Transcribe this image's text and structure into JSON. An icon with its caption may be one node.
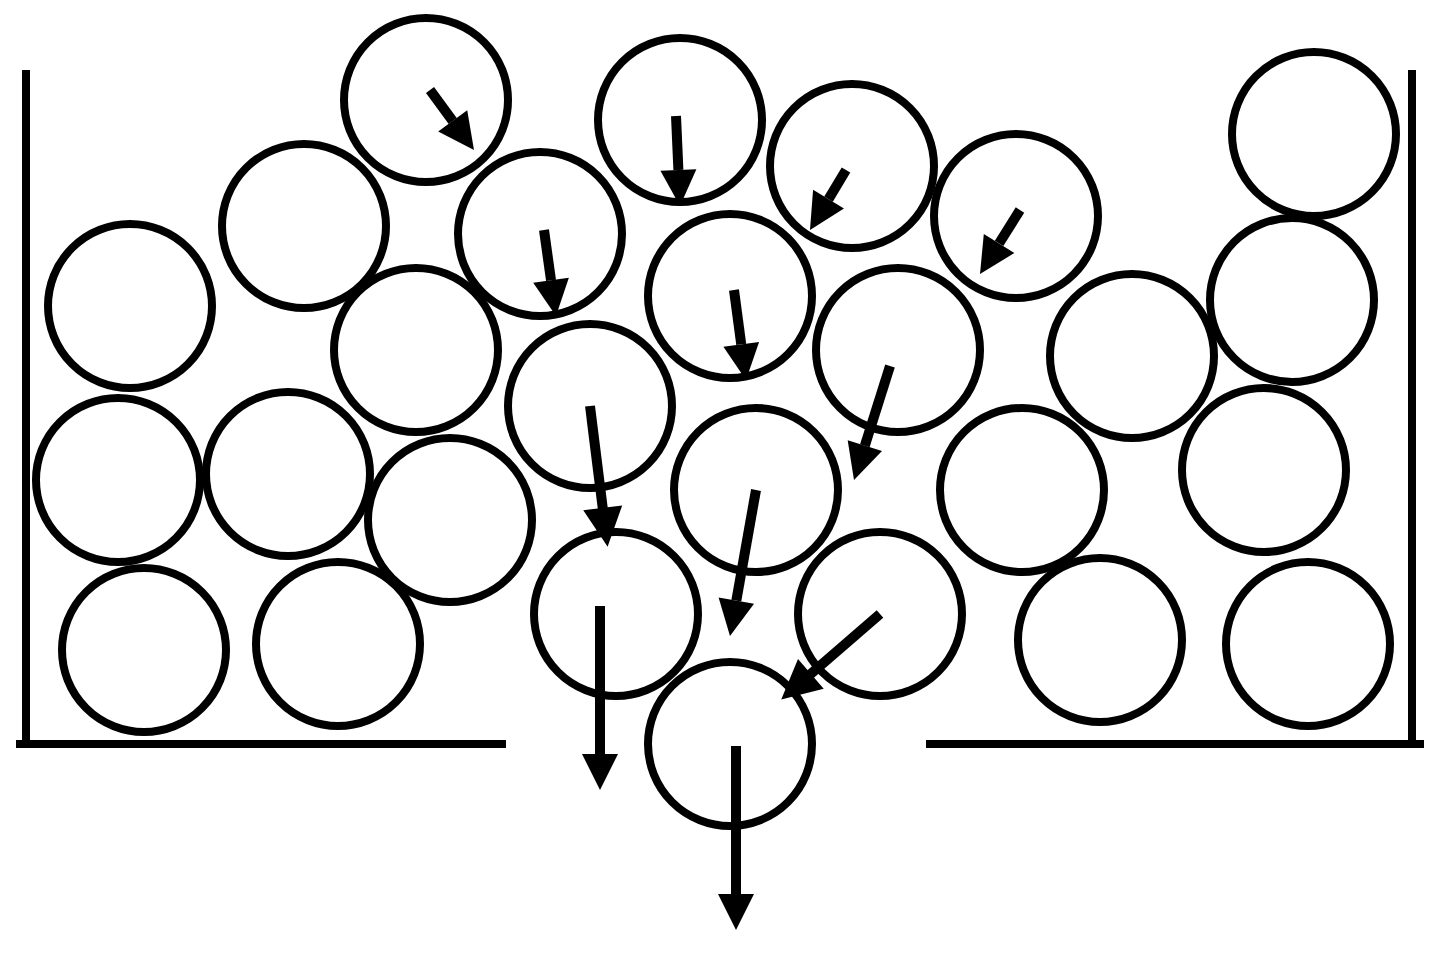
{
  "diagram": {
    "nodes": [
      {
        "text": [],
        "shape": "circle"
      },
      {
        "text": [],
        "shape": "circle"
      },
      {
        "text": [],
        "shape": "circle"
      },
      {
        "text": [],
        "shape": "circle"
      },
      {
        "text": [],
        "shape": "circle"
      },
      {
        "text": [],
        "shape": "circle"
      },
      {
        "text": [],
        "shape": "circle"
      },
      {
        "text": [],
        "shape": "circle"
      },
      {
        "text": [],
        "shape": "circle"
      },
      {
        "text": [],
        "shape": "circle"
      },
      {
        "text": [],
        "shape": "circle"
      },
      {
        "text": [],
        "shape": "circle"
      },
      {
        "text": [],
        "shape": "circle"
      },
      {
        "text": [],
        "shape": "circle"
      },
      {
        "text": [],
        "shape": "circle"
      },
      {
        "text": [],
        "shape": "circle"
      },
      {
        "text": [],
        "shape": "circle"
      },
      {
        "text": [],
        "shape": "circle"
      },
      {
        "text": [],
        "shape": "circle"
      },
      {
        "text": [],
        "shape": "circle"
      },
      {
        "text": [],
        "shape": "circle"
      },
      {
        "text": [],
        "shape": "circle"
      },
      {
        "text": [],
        "shape": "circle"
      },
      {
        "text": [],
        "shape": "circle"
      },
      {
        "text": [],
        "shape": "circle"
      },
      {
        "text": [],
        "shape": "circle"
      },
      {
        "text": [],
        "shape": "circle"
      }
    ],
    "edges": [
      {
        "from": 13,
        "to": 20,
        "arrow": "to"
      },
      {
        "from": 21,
        "to": 26,
        "arrow": "to"
      }
    ]
  }
}
